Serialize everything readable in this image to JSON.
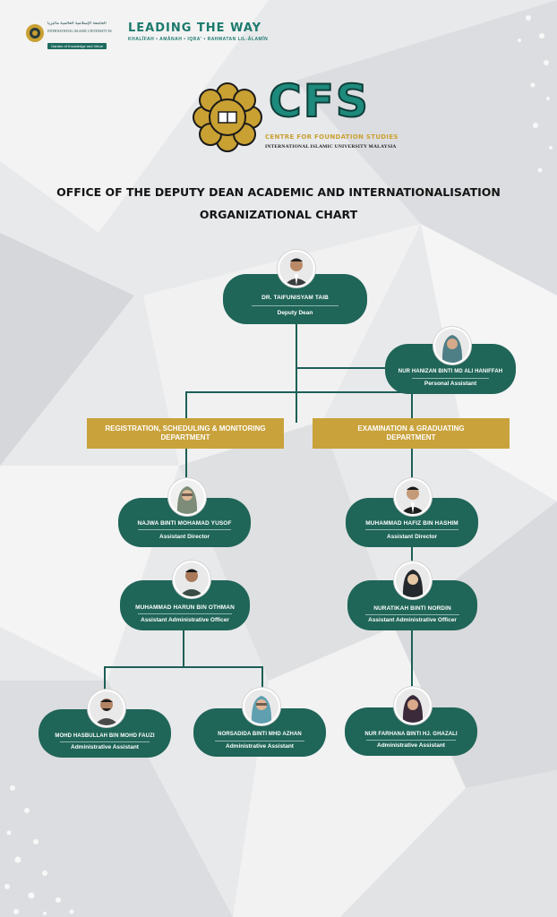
{
  "header": {
    "iium_arabic": "الجامعة الإسلامية العالمية ماليزيا",
    "iium_name": "INTERNATIONAL ISLAMIC UNIVERSITY MALAYSIA",
    "iium_tagline": "Garden of Knowledge and Virtue",
    "leading_title": "LEADING THE WAY",
    "leading_sub": "KHALĪFAH • AMĀNAH • IQRA' • RAHMATAN LIL-ĀLAMĪN",
    "cfs_word": "CFS",
    "cfs_sub1": "CENTRE FOR FOUNDATION STUDIES",
    "cfs_sub2": "INTERNATIONAL ISLAMIC UNIVERSITY MALAYSIA"
  },
  "title": {
    "line1": "OFFICE OF THE DEPUTY DEAN ACADEMIC AND INTERNATIONALISATION",
    "line2": "ORGANIZATIONAL CHART"
  },
  "colors": {
    "node": "#1f6558",
    "dept": "#c9a23b",
    "line": "#1d5f56",
    "brand_teal": "#1d8a7c",
    "brand_gold": "#c9a032"
  },
  "chart": {
    "deputy_dean": {
      "name": "DR. TAIFUNISYAM TAIB",
      "role": "Deputy Dean"
    },
    "personal_assistant": {
      "name": "NUR HANIZAN BINTI MD ALI HANIFFAH",
      "role": "Personal Assistant"
    },
    "dept_left": {
      "line1": "REGISTRATION, SCHEDULING & MONITORING",
      "line2": "DEPARTMENT"
    },
    "dept_right": {
      "line1": "EXAMINATION & GRADUATING",
      "line2": "DEPARTMENT"
    },
    "left_ad": {
      "name": "NAJWA BINTI MOHAMAD YUSOF",
      "role": "Assistant Director"
    },
    "left_aao": {
      "name": "MUHAMMAD HARUN BIN OTHMAN",
      "role": "Assistant Administrative Officer"
    },
    "left_aa1": {
      "name": "MOHD HASBULLAH BIN MOHD FAUZI",
      "role": "Administrative Assistant"
    },
    "left_aa2": {
      "name": "NORSADIDA BINTI MHD AZHAN",
      "role": "Administrative Assistant"
    },
    "right_ad": {
      "name": "MUHAMMAD HAFIZ BIN HASHIM",
      "role": "Assistant Director"
    },
    "right_aao": {
      "name": "NURATIKAH BINTI NORDIN",
      "role": "Assistant Administrative Officer"
    },
    "right_aa": {
      "name": "NUR FARHANA BINTI HJ. GHAZALI",
      "role": "Administrative Assistant"
    }
  }
}
